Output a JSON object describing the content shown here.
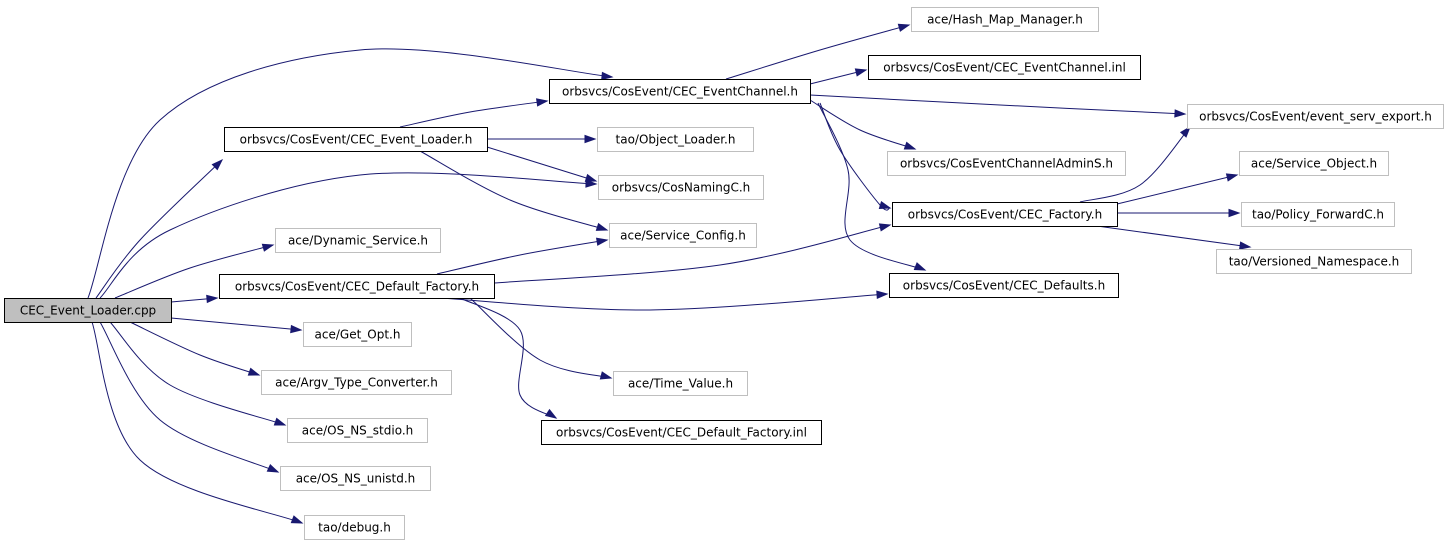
{
  "colors": {
    "edge": "#191970",
    "root_fill": "#bfbfbf",
    "node_fill": "#ffffff",
    "documented_border": "#000000",
    "undocumented_border": "#bfbfbf"
  },
  "nodes": [
    {
      "id": "root",
      "label": "CEC_Event_Loader.cpp",
      "kind": "root"
    },
    {
      "id": "event_loader_h",
      "label": "orbsvcs/CosEvent/CEC_Event_Loader.h",
      "kind": "documented"
    },
    {
      "id": "event_channel_h",
      "label": "orbsvcs/CosEvent/CEC_EventChannel.h",
      "kind": "documented"
    },
    {
      "id": "hash_map_manager_h",
      "label": "ace/Hash_Map_Manager.h",
      "kind": "external"
    },
    {
      "id": "event_channel_inl",
      "label": "orbsvcs/CosEvent/CEC_EventChannel.inl",
      "kind": "documented"
    },
    {
      "id": "event_serv_export_h",
      "label": "orbsvcs/CosEvent/event_serv_export.h",
      "kind": "external"
    },
    {
      "id": "admin_s_h",
      "label": "orbsvcs/CosEventChannelAdminS.h",
      "kind": "external"
    },
    {
      "id": "cec_factory_h",
      "label": "orbsvcs/CosEvent/CEC_Factory.h",
      "kind": "documented"
    },
    {
      "id": "service_object_h",
      "label": "ace/Service_Object.h",
      "kind": "external"
    },
    {
      "id": "policy_forwardc_h",
      "label": "tao/Policy_ForwardC.h",
      "kind": "external"
    },
    {
      "id": "versioned_namespace_h",
      "label": "tao/Versioned_Namespace.h",
      "kind": "external"
    },
    {
      "id": "cec_defaults_h",
      "label": "orbsvcs/CosEvent/CEC_Defaults.h",
      "kind": "documented"
    },
    {
      "id": "object_loader_h",
      "label": "tao/Object_Loader.h",
      "kind": "external"
    },
    {
      "id": "cos_naming_c_h",
      "label": "orbsvcs/CosNamingC.h",
      "kind": "external"
    },
    {
      "id": "service_config_h",
      "label": "ace/Service_Config.h",
      "kind": "external"
    },
    {
      "id": "dynamic_service_h",
      "label": "ace/Dynamic_Service.h",
      "kind": "external"
    },
    {
      "id": "default_factory_h",
      "label": "orbsvcs/CosEvent/CEC_Default_Factory.h",
      "kind": "documented"
    },
    {
      "id": "get_opt_h",
      "label": "ace/Get_Opt.h",
      "kind": "external"
    },
    {
      "id": "argv_type_converter_h",
      "label": "ace/Argv_Type_Converter.h",
      "kind": "external"
    },
    {
      "id": "os_ns_stdio_h",
      "label": "ace/OS_NS_stdio.h",
      "kind": "external"
    },
    {
      "id": "os_ns_unistd_h",
      "label": "ace/OS_NS_unistd.h",
      "kind": "external"
    },
    {
      "id": "debug_h",
      "label": "tao/debug.h",
      "kind": "external"
    },
    {
      "id": "time_value_h",
      "label": "ace/Time_Value.h",
      "kind": "external"
    },
    {
      "id": "default_factory_inl",
      "label": "orbsvcs/CosEvent/CEC_Default_Factory.inl",
      "kind": "documented"
    }
  ],
  "edges": [
    {
      "from": "root",
      "to": "event_loader_h"
    },
    {
      "from": "root",
      "to": "event_channel_h"
    },
    {
      "from": "root",
      "to": "cos_naming_c_h"
    },
    {
      "from": "root",
      "to": "dynamic_service_h"
    },
    {
      "from": "root",
      "to": "default_factory_h"
    },
    {
      "from": "root",
      "to": "get_opt_h"
    },
    {
      "from": "root",
      "to": "argv_type_converter_h"
    },
    {
      "from": "root",
      "to": "os_ns_stdio_h"
    },
    {
      "from": "root",
      "to": "os_ns_unistd_h"
    },
    {
      "from": "root",
      "to": "debug_h"
    },
    {
      "from": "event_loader_h",
      "to": "event_channel_h"
    },
    {
      "from": "event_loader_h",
      "to": "object_loader_h"
    },
    {
      "from": "event_loader_h",
      "to": "cos_naming_c_h"
    },
    {
      "from": "event_loader_h",
      "to": "service_config_h"
    },
    {
      "from": "event_channel_h",
      "to": "hash_map_manager_h"
    },
    {
      "from": "event_channel_h",
      "to": "event_channel_inl"
    },
    {
      "from": "event_channel_h",
      "to": "event_serv_export_h"
    },
    {
      "from": "event_channel_h",
      "to": "admin_s_h"
    },
    {
      "from": "event_channel_h",
      "to": "cec_factory_h"
    },
    {
      "from": "event_channel_h",
      "to": "cec_defaults_h"
    },
    {
      "from": "cec_factory_h",
      "to": "event_serv_export_h"
    },
    {
      "from": "cec_factory_h",
      "to": "service_object_h"
    },
    {
      "from": "cec_factory_h",
      "to": "policy_forwardc_h"
    },
    {
      "from": "cec_factory_h",
      "to": "versioned_namespace_h"
    },
    {
      "from": "default_factory_h",
      "to": "service_config_h"
    },
    {
      "from": "default_factory_h",
      "to": "cec_factory_h"
    },
    {
      "from": "default_factory_h",
      "to": "cec_defaults_h"
    },
    {
      "from": "default_factory_h",
      "to": "time_value_h"
    },
    {
      "from": "default_factory_h",
      "to": "default_factory_inl"
    }
  ]
}
